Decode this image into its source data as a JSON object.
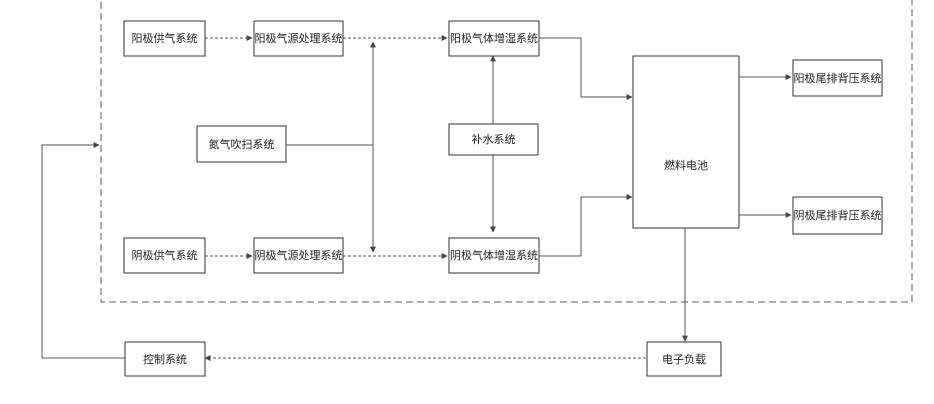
{
  "labels": {
    "anode_supply": "阳极供气系统",
    "anode_pretreat": "阳极气源处理系统",
    "anode_humid": "阳极气体增湿系统",
    "nitrogen_purge": "氮气吹扫系统",
    "water_supply": "补水系统",
    "fuel_cell": "燃料电池",
    "anode_exhaust": "阳极尾排背压系统",
    "cathode_exhaust": "阴极尾排背压系统",
    "cathode_supply": "阴极供气系统",
    "cathode_pretreat": "阴极气源处理系统",
    "cathode_humid": "阴极气体增湿系统",
    "control": "控制系统",
    "load": "电子负载"
  }
}
